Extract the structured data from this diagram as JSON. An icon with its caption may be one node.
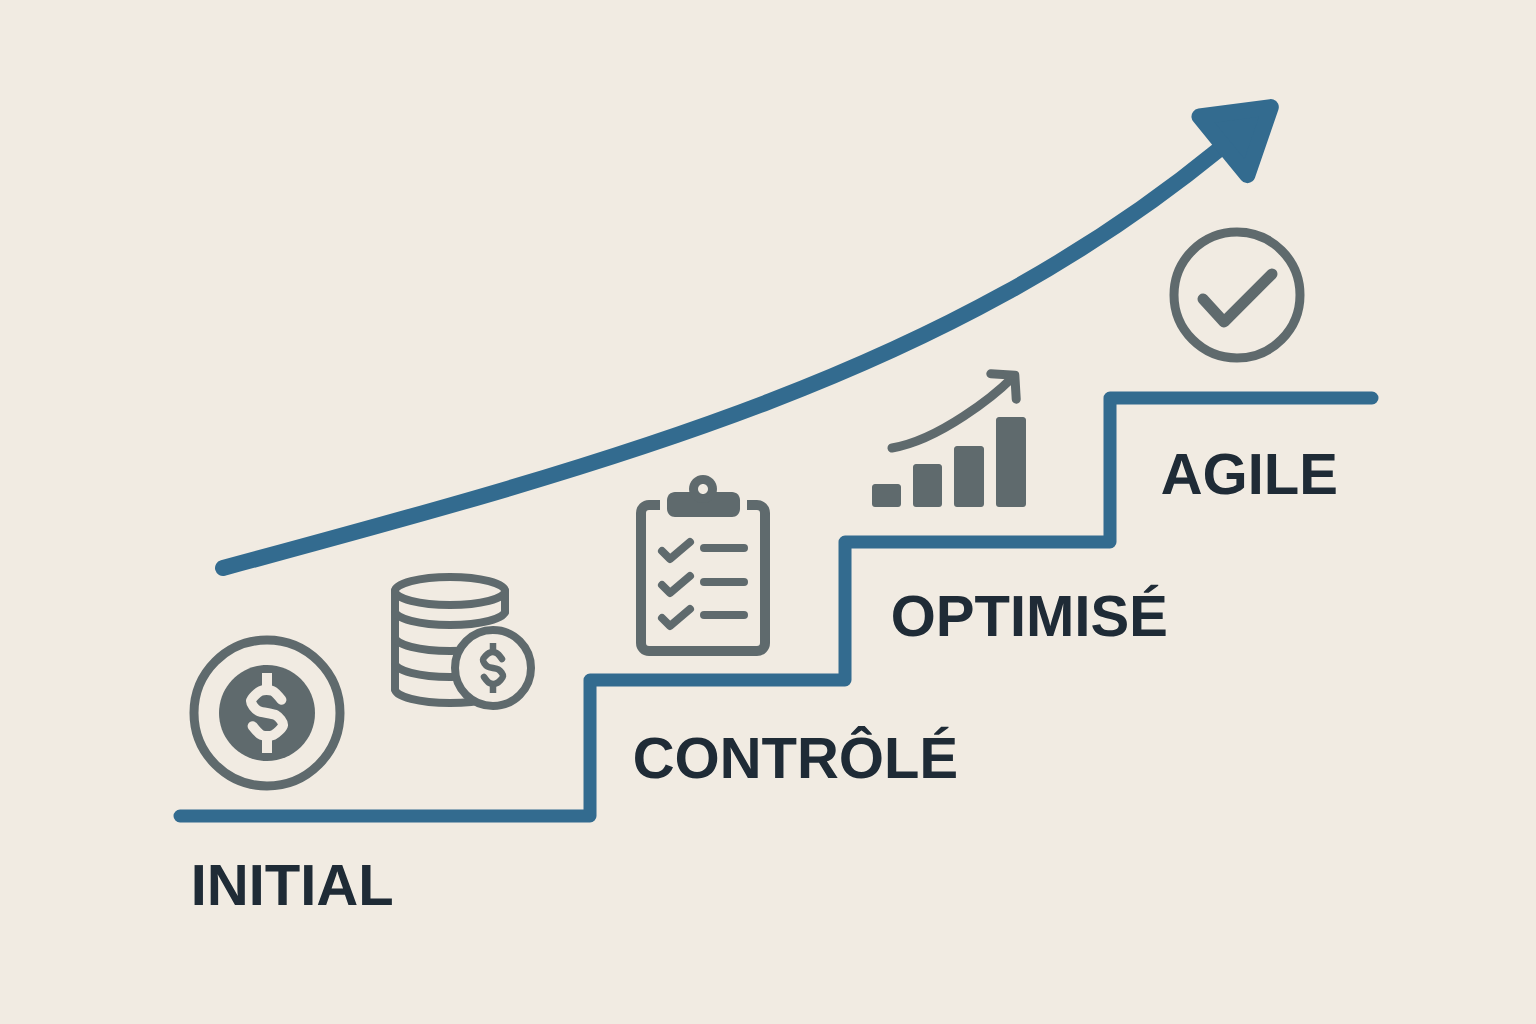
{
  "diagram": {
    "labels": [
      "INITIAL",
      "CONTRÔLÉ",
      "OPTIMISÉ",
      "AGILE"
    ]
  }
}
